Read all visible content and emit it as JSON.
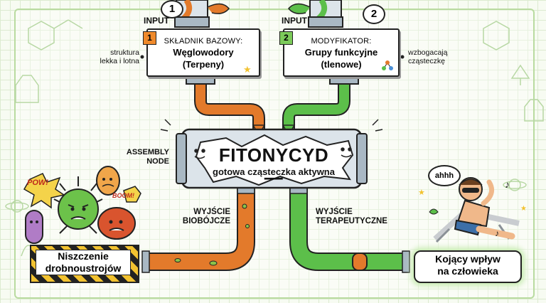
{
  "inputs": [
    {
      "number": "1",
      "tag_number": "1",
      "label": "INPUT",
      "subtitle": "SKŁADNIK BAZOWY:",
      "title_line1": "Węglowodory",
      "title_line2": "(Terpeny)",
      "note_line1": "struktura",
      "note_line2": "lekka i lotna",
      "color": "#e37a2b"
    },
    {
      "number": "2",
      "tag_number": "2",
      "label": "INPUT",
      "subtitle": "MODYFIKATOR:",
      "title_line1": "Grupy funkcyjne",
      "title_line2": "(tlenowe)",
      "note_line1": "wzbogacają",
      "note_line2": "cząsteczkę",
      "color": "#5cbf4a"
    }
  ],
  "assembly": {
    "line1": "ASSEMBLY",
    "line2": "NODE"
  },
  "node": {
    "title": "FITONYCYD —",
    "subtitle": "gotowa cząsteczka aktywna"
  },
  "outputs": [
    {
      "line1": "WYJŚCIE",
      "line2": "BIOBÓJCZE",
      "result_line1": "Niszczenie",
      "result_line2": "drobnoustrojów"
    },
    {
      "line1": "WYJŚCIE",
      "line2": "TERAPEUTYCZNE",
      "result_line1": "Kojący wpływ",
      "result_line2": "na człowieka"
    }
  ],
  "fx": {
    "pow": "POW!",
    "boom": "BOOM!",
    "bubble": "ahhh"
  },
  "colors": {
    "orange": "#e37a2b",
    "green": "#5cbf4a",
    "pipe_gray": "#a9b8c3",
    "pipe_light": "#dce4ea",
    "tag1": "#f08a2c",
    "tag2": "#7ccb5a",
    "ink": "#1c1c1c"
  }
}
